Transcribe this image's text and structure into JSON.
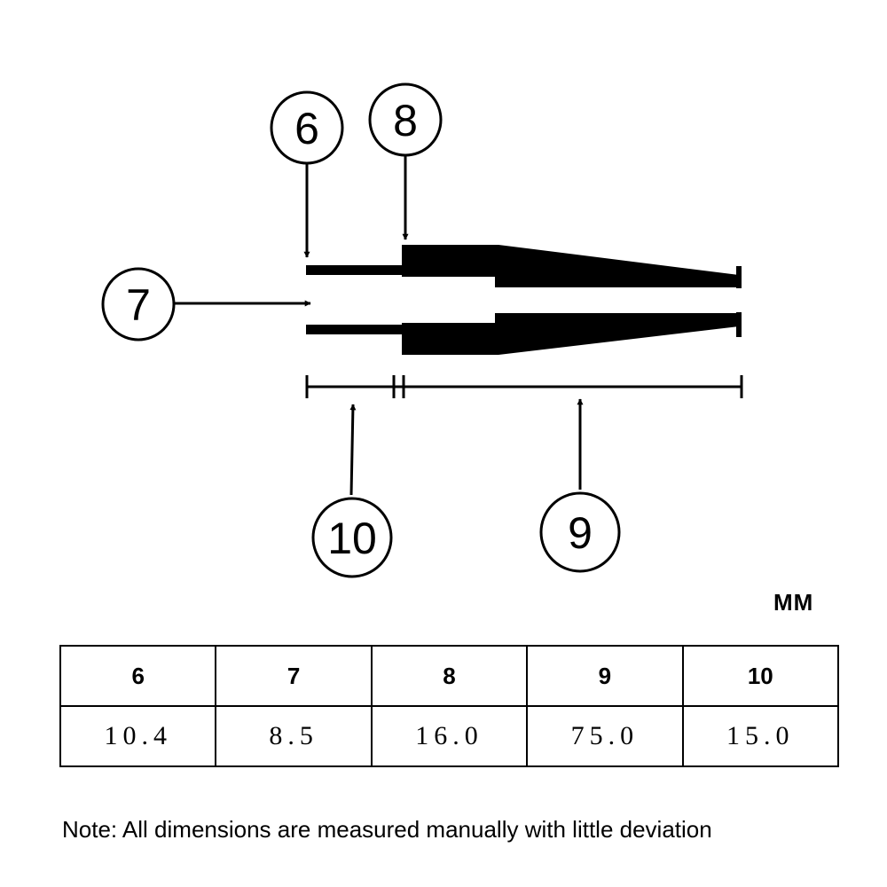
{
  "diagram": {
    "callouts": [
      "6",
      "7",
      "8",
      "9",
      "10"
    ]
  },
  "unit": "MM",
  "table": {
    "headers": [
      "6",
      "7",
      "8",
      "9",
      "10"
    ],
    "values": [
      "10.4",
      "8.5",
      "16.0",
      "75.0",
      "15.0"
    ]
  },
  "note": "Note: All dimensions are measured manually with little deviation"
}
